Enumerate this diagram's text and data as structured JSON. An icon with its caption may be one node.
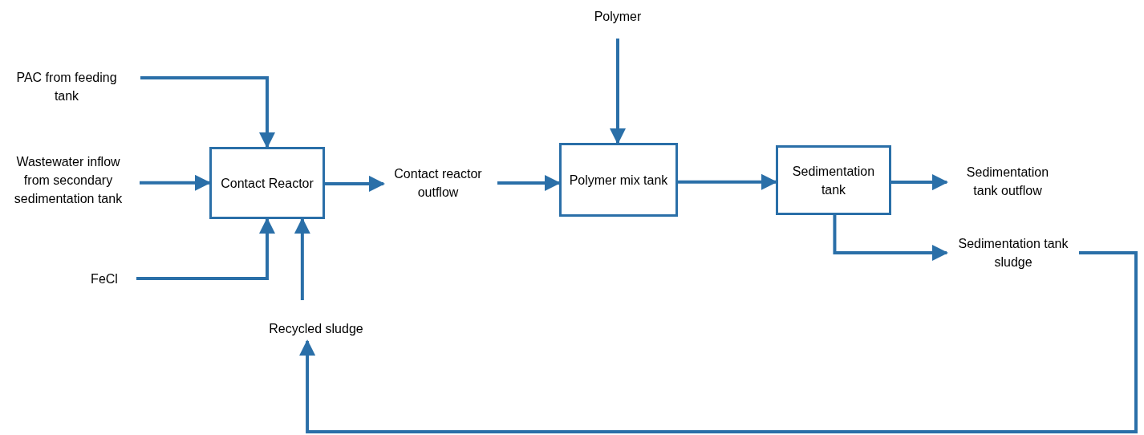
{
  "diagram": {
    "nodes": [
      {
        "text": [
          "PAC from feeding tank"
        ]
      },
      {
        "text": [
          "Wastewater inflow from secondary sedimentation tank"
        ]
      },
      {
        "text": [
          "FeCl"
        ]
      },
      {
        "text": [
          "Contact Reactor"
        ]
      },
      {
        "text": [
          "Recycled sludge"
        ]
      },
      {
        "text": [
          "Contact reactor outflow"
        ]
      },
      {
        "text": [
          "Polymer"
        ]
      },
      {
        "text": [
          "Polymer mix tank"
        ]
      },
      {
        "text": [
          "Sedimentation tank"
        ]
      },
      {
        "text": [
          "Sedimentation tank outflow"
        ]
      },
      {
        "text": [
          "Sedimentation tank sludge"
        ]
      }
    ],
    "edges": [
      {
        "from": 0,
        "to": 3,
        "arrow": "to"
      },
      {
        "from": 1,
        "to": 3,
        "arrow": "to"
      },
      {
        "from": 2,
        "to": 3,
        "arrow": "to"
      },
      {
        "from": 4,
        "to": 3,
        "arrow": "to"
      },
      {
        "from": 3,
        "to": 5,
        "arrow": "to"
      },
      {
        "from": 5,
        "to": 7,
        "arrow": "to"
      },
      {
        "from": 6,
        "to": 7,
        "arrow": "to"
      },
      {
        "from": 7,
        "to": 8,
        "arrow": "to"
      },
      {
        "from": 8,
        "to": 9,
        "arrow": "to"
      },
      {
        "from": 8,
        "to": 10,
        "arrow": "to"
      },
      {
        "from": 10,
        "to": 4,
        "arrow": "to"
      }
    ]
  }
}
